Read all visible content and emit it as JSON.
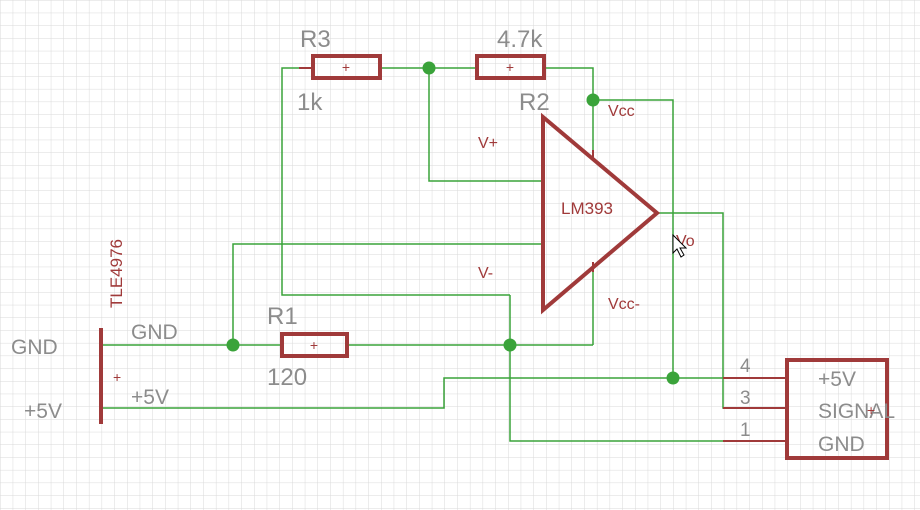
{
  "colors": {
    "background": "#ffffff",
    "grid": "#d9d9d9",
    "wire": "#3aa33a",
    "symbol": "#a03a3a",
    "label_gray": "#8c8c8c",
    "label_red": "#a03a3a"
  },
  "schematic": {
    "resistors": [
      {
        "name": "R3",
        "value": "1k"
      },
      {
        "name": "R2",
        "value": "4.7k"
      },
      {
        "name": "R1",
        "value": "120"
      }
    ],
    "comparator": {
      "part": "LM393",
      "pins": {
        "v_plus": "V+",
        "v_minus": "V-",
        "vcc": "Vcc",
        "vcc_minus": "Vcc-",
        "out": "Vo"
      }
    },
    "sensor": {
      "part": "TLE4976",
      "plus_mark": "+",
      "pin_labels": {
        "gnd": "GND",
        "vcc": "+5V"
      },
      "net_labels": {
        "gnd": "GND",
        "vcc": "+5V"
      }
    },
    "connector": {
      "pins": [
        {
          "number": "4",
          "label": "+5V"
        },
        {
          "number": "3",
          "label": "SIGNAL"
        },
        {
          "number": "1",
          "label": "GND"
        }
      ],
      "plus_mark": "+"
    },
    "resistor_plus_mark": "+"
  }
}
